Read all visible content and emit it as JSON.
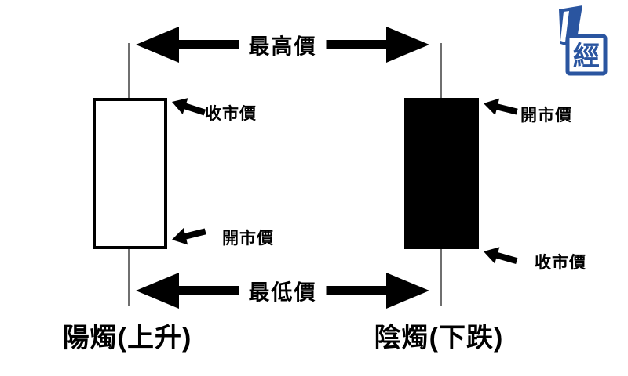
{
  "page": {
    "background": "#ffffff"
  },
  "axis": {
    "high_label": "最高價",
    "low_label": "最低價"
  },
  "left_candle": {
    "title": "陽燭(上升)",
    "top_pointer_label": "收市價",
    "bottom_pointer_label": "開市價",
    "body_color": "#ffffff"
  },
  "right_candle": {
    "title": "陰燭(下跌)",
    "top_pointer_label": "開市價",
    "bottom_pointer_label": "收市價",
    "body_color": "#000000"
  },
  "logo": {
    "text": "經",
    "color": "#2a55a0"
  },
  "colors": {
    "arrow": "#000000",
    "wick": "#6f6f6f",
    "outline": "#000000"
  }
}
